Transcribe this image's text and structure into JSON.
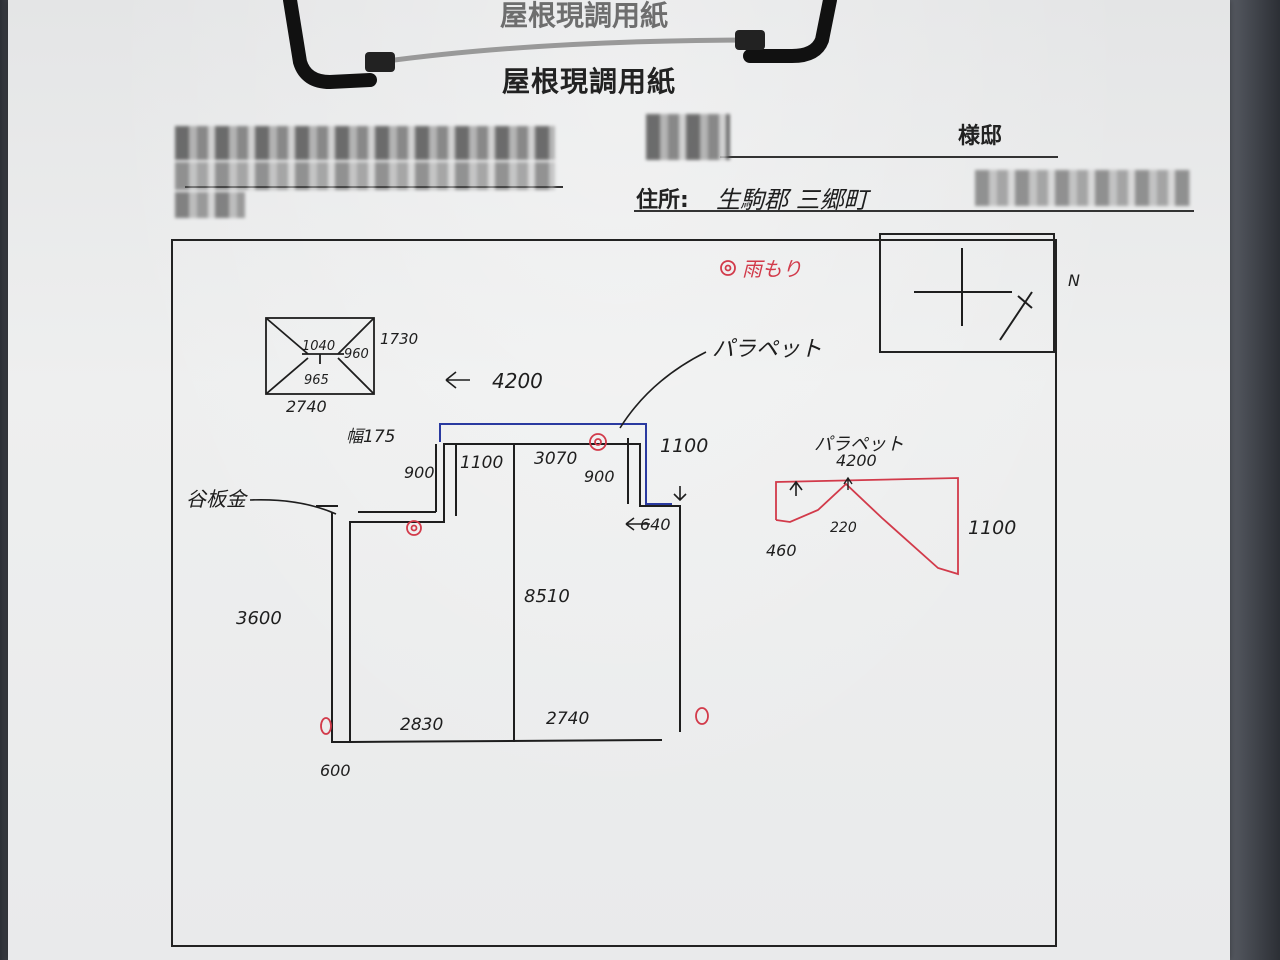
{
  "form": {
    "title": "屋根現調用紙",
    "title_ghost": "屋根現調用紙",
    "honorific": "様邸",
    "address_label": "住所:",
    "address_handwritten": "生駒郡 三郷町"
  },
  "sketch": {
    "note_red": "雨もり",
    "label_parapet": "パラペット",
    "label_parapet_2": "パラペット",
    "label_gutter": "谷板金",
    "width_label": "幅175",
    "north": "N",
    "dims": {
      "top_span": "4200",
      "box_w": "2740",
      "box_h": "1730",
      "box_inner_top": "1040",
      "box_inner_right": "960",
      "box_inner_bottom": "965",
      "left_height": "3600",
      "step_h": "900",
      "step_w": "1100",
      "top_mid": "3070",
      "right_step": "900",
      "right_h": "1100",
      "right_w": "640",
      "center_h": "8510",
      "bottom_left": "2830",
      "bottom_right": "2740",
      "bottom_small": "600",
      "side_top": "4200",
      "side_low": "460",
      "side_mid": "220",
      "side_h": "1100"
    }
  },
  "colors": {
    "ink": "#1e1e1e",
    "red_ink": "#d23a4a",
    "blue_ink": "#2a3aa0",
    "paper": "#ececec"
  }
}
